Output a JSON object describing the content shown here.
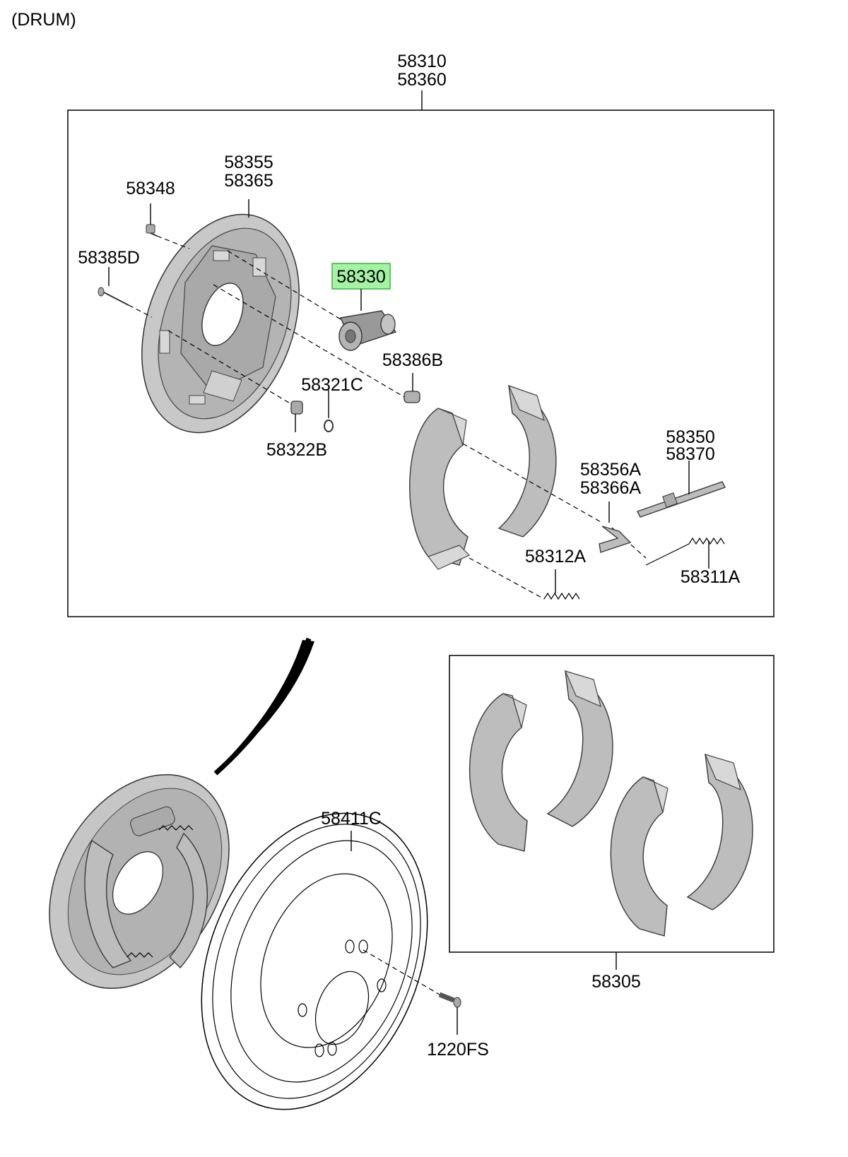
{
  "header": {
    "title": "(DRUM)"
  },
  "colors": {
    "highlight_fill": "#a5f2a5",
    "highlight_border": "#3cb43c",
    "part_fill": "#bdbdbd"
  },
  "callouts": {
    "assembly_top": "58310",
    "assembly_bottom": "58360",
    "backing_plate_top": "58355",
    "backing_plate_bottom": "58365",
    "bolt": "58348",
    "pin": "58385D",
    "wheel_cylinder": "58330",
    "bleeder_cap": "58386B",
    "washer": "58321C",
    "spring_cup": "58322B",
    "adjuster_top": "58350",
    "adjuster_bottom": "58370",
    "lever_top": "58356A",
    "lever_bottom": "58366A",
    "lower_spring": "58312A",
    "upper_spring": "58311A",
    "brake_drum": "58411C",
    "shoe_kit": "58305",
    "hub_bolt": "1220FS"
  },
  "highlighted_part": "58330"
}
